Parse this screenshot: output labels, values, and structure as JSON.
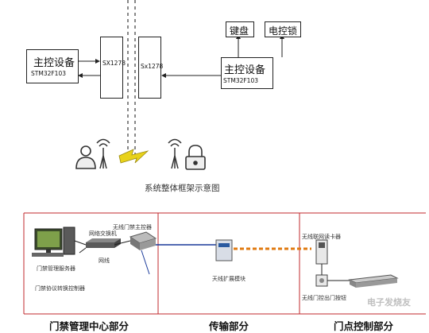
{
  "top": {
    "left_controller": {
      "line1": "主控设备",
      "line2": "STM32F103"
    },
    "left_radio": "SX1278",
    "right_radio": "Sx1278",
    "right_controller": {
      "line1": "主控设备",
      "line2": "STM32F103"
    },
    "keyboard": "键盘",
    "electric_lock": "电控锁",
    "caption": "系统整体框架示意图"
  },
  "bottom": {
    "server_label": "门禁管理服务器",
    "switch_label": "网络交换机",
    "net_cable_label": "网线",
    "wireless_main_label": "无线门禁主控器",
    "protocol_label": "门禁协议转换控制器",
    "extender_label": "天线扩展模块",
    "card_reader_label": "无线联网读卡器",
    "exit_button_label": "无线门控出门按钮",
    "sections": [
      "门禁管理中心部分",
      "传输部分",
      "门点控制部分"
    ],
    "watermark": "电子发烧友"
  },
  "colors": {
    "frame_red": "#c0282e",
    "link_orange": "#e07a10",
    "lightning": "#e8d21a"
  }
}
